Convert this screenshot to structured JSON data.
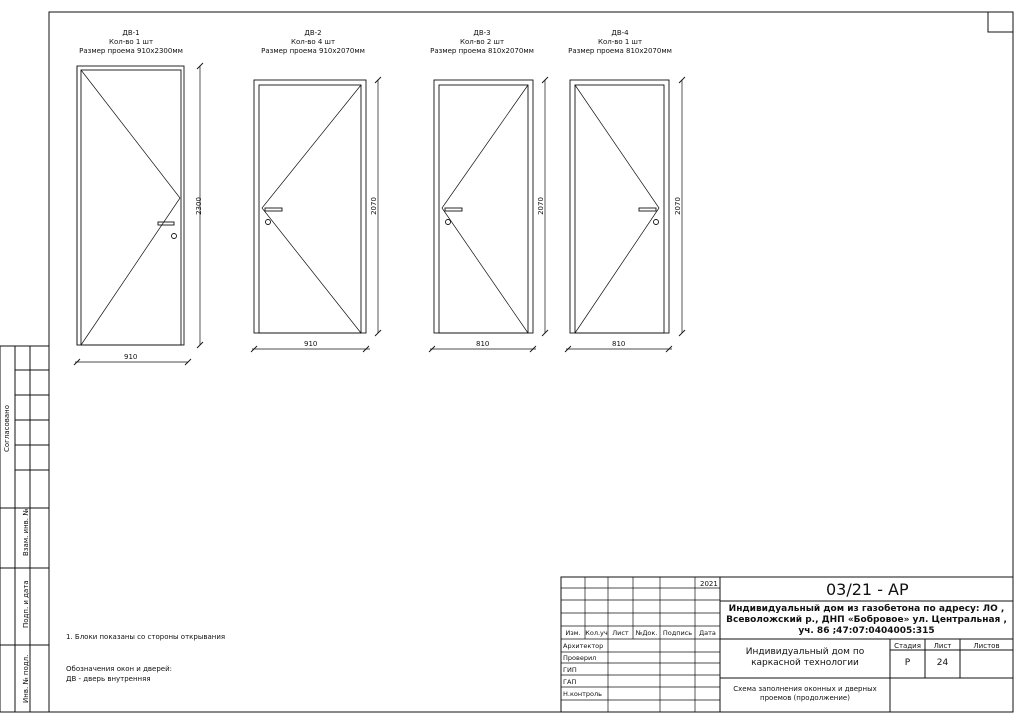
{
  "doors": [
    {
      "mark": "ДВ-1",
      "qty": "Кол-во 1 шт",
      "size": "Размер проема 910х2300мм",
      "width_label": "910",
      "height_label": "2300",
      "handle_side": "right"
    },
    {
      "mark": "ДВ-2",
      "qty": "Кол-во 4 шт",
      "size": "Размер проема 910х2070мм",
      "width_label": "910",
      "height_label": "2070",
      "handle_side": "left"
    },
    {
      "mark": "ДВ-3",
      "qty": "Кол-во 2 шт",
      "size": "Размер проема 810х2070мм",
      "width_label": "810",
      "height_label": "2070",
      "handle_side": "left"
    },
    {
      "mark": "ДВ-4",
      "qty": "Кол-во 1 шт",
      "size": "Размер проема 810х2070мм",
      "width_label": "810",
      "height_label": "2070",
      "handle_side": "right"
    }
  ],
  "notes": {
    "note1": "1. Блоки показаны со стороны открывания",
    "legend_title": "Обозначения окон и дверей:",
    "legend_item": "ДВ - дверь внутренняя"
  },
  "side_stamp": {
    "agreed": "Согласовано",
    "replace_inv": "Взам. инв. №",
    "sign_date": "Подп. и дата",
    "inv_orig": "Инв. № подл."
  },
  "title_block": {
    "year": "2021",
    "code": "03/21 - АР",
    "project": "Индивидуальный дом из газобетона по адресу: ЛО , Всеволожский р., ДНП «Бобровое» ул. Центральная , уч. 86 ;47:07:0404005:315",
    "object": "Индивидуальный дом по каркасной технологии",
    "sheet_name": "Схема заполнения оконных и дверных проемов (продолжение)",
    "cols": [
      "Изм.",
      "Кол.уч",
      "Лист",
      "№Док.",
      "Подпись",
      "Дата"
    ],
    "roles": [
      "Архитектор",
      "Проверил",
      "ГИП",
      "ГАП",
      "Н.контроль"
    ],
    "stage_label": "Стадия",
    "sheet_label": "Лист",
    "sheets_label": "Листов",
    "stage": "Р",
    "sheet": "24",
    "sheets": ""
  }
}
